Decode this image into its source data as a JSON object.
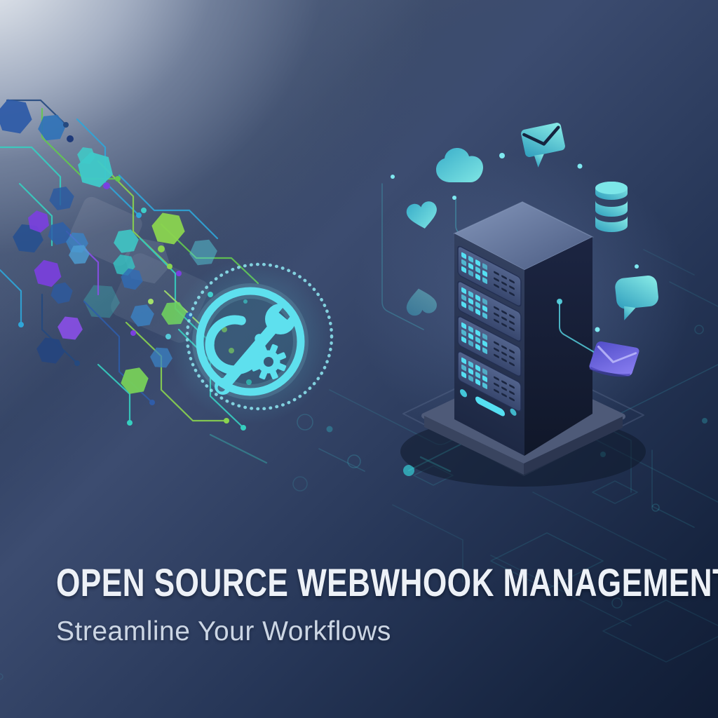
{
  "hero": {
    "title": "OPEN SOURCE WEBWHOOK MANAGEMENT",
    "subtitle": "Streamline Your Workflows"
  },
  "palette": {
    "background_light": "#f0f3f7",
    "background_dark": "#101c34",
    "accent_cyan": "#5ee0ee",
    "accent_teal": "#3ecdc9",
    "accent_green": "#8ad44f",
    "accent_blue": "#3b82c4",
    "accent_purple": "#7b3fe0",
    "led_cyan": "#55dff2",
    "envelope_purple": "#6c63dd"
  },
  "illustration": {
    "badge": {
      "name": "tools-badge",
      "icons": [
        "wrench-icon",
        "gear-icon"
      ]
    },
    "server": {
      "name": "server-tower",
      "rack_units": 4,
      "leds_per_unit": 12
    },
    "floating_icons": [
      "cloud-icon",
      "mail-message-icon",
      "database-icon",
      "heart-icon",
      "chat-bubble-icon",
      "envelope-icon"
    ],
    "network": {
      "name": "hex-circuit-network",
      "shape": "hexagons"
    }
  }
}
